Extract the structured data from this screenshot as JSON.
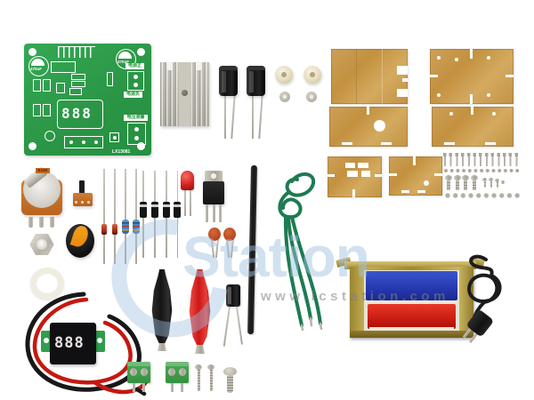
{
  "watermark": {
    "logo_text": "Station",
    "url_text": "www.icstation.com"
  },
  "pcb": {
    "model": "LX13081",
    "capacitor_label": "470uF",
    "display_digits": "888",
    "label_power_positive": "电源正",
    "label_power_negative": "电源负",
    "label_voltage_measure": "电压测量"
  },
  "potentiometer": {
    "marking": "B10K"
  },
  "voltmeter": {
    "display_digits": "888"
  },
  "colors": {
    "pcb_green": "#2f9e4c",
    "acrylic_tan": "#c99c4e",
    "watermark_blue": "#9fc0dd",
    "wire_green": "#1d7b52",
    "transformer_gold": "#b39b3f",
    "coil_blue": "#2a3fb8",
    "coil_red": "#d82818",
    "led_red": "#d42020"
  }
}
